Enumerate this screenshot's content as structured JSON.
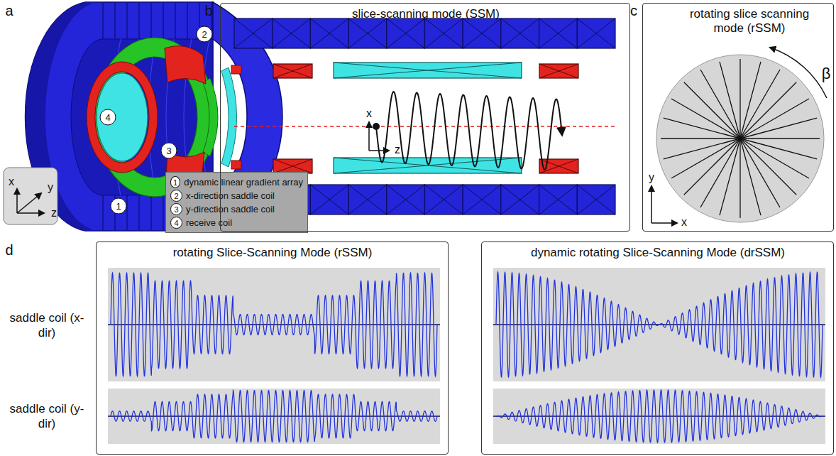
{
  "diagram": {
    "nodes": [
      {
        "text": [
          "x",
          "y",
          "z"
        ]
      },
      {
        "text": [
          "1",
          "dynamic linear gradient array",
          "2",
          "x-direction saddle coil",
          "3",
          "y-direction saddle coil",
          "4",
          "receive coil"
        ]
      },
      {
        "text": [
          "slice-scanning mode (SSM)"
        ]
      },
      {
        "text": [
          "rotating slice scanning mode (rSSM)"
        ]
      },
      {
        "text": [
          "rotating Slice-Scanning Mode (rSSM)"
        ]
      },
      {
        "text": [
          "dynamic rotating Slice-Scanning Mode (drSSM)"
        ]
      }
    ],
    "labels": [
      "a",
      "b",
      "c",
      "d",
      "4",
      "2",
      "3",
      "1",
      "x",
      "z",
      "β",
      "y",
      "x",
      "saddle coil (x-dir)",
      "saddle coil (y-dir)"
    ]
  }
}
